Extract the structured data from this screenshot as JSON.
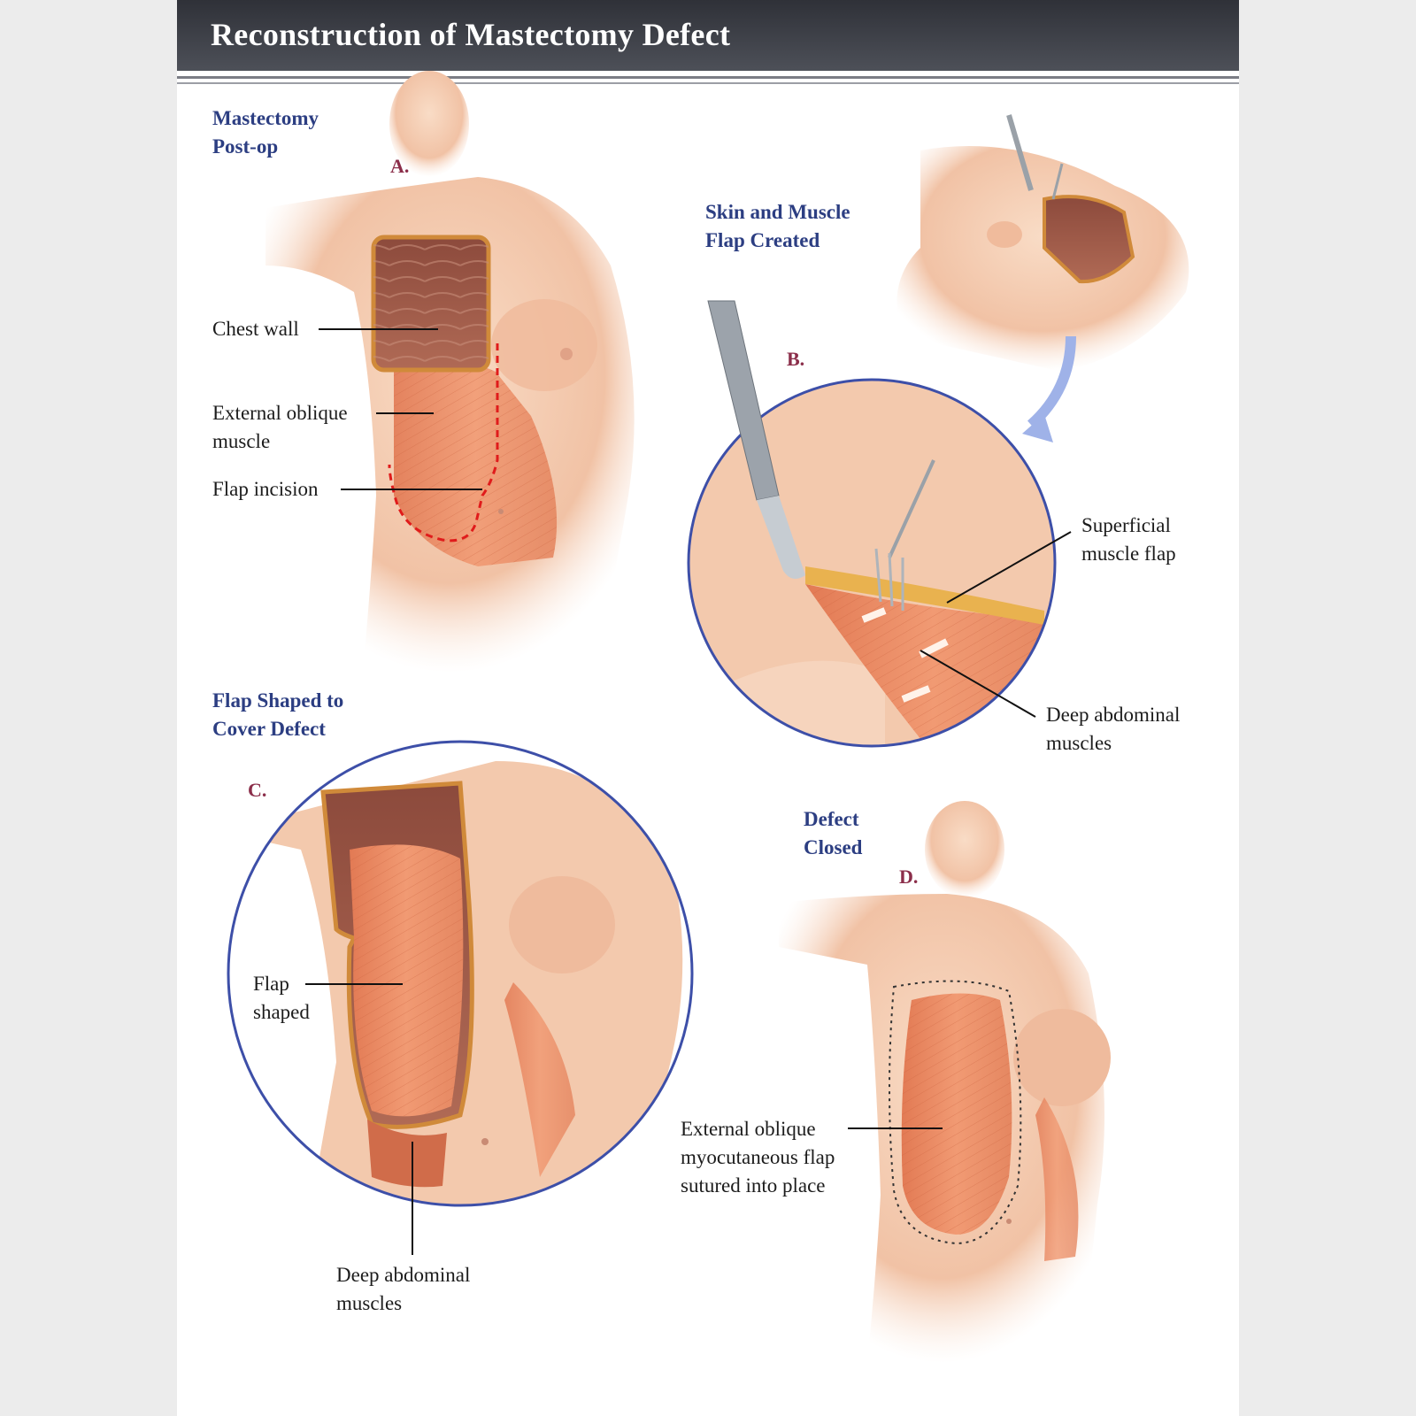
{
  "title": "Reconstruction of Mastectomy Defect",
  "panels": {
    "a": {
      "letter": "A.",
      "heading_line1": "Mastectomy",
      "heading_line2": "Post-op",
      "labels": {
        "chest_wall": "Chest wall",
        "external_oblique_line1": "External oblique",
        "external_oblique_line2": "muscle",
        "flap_incision": "Flap incision"
      }
    },
    "b": {
      "letter": "B.",
      "heading_line1": "Skin and Muscle",
      "heading_line2": "Flap Created",
      "labels": {
        "superficial_line1": "Superficial",
        "superficial_line2": "muscle flap",
        "deep_line1": "Deep abdominal",
        "deep_line2": "muscles"
      }
    },
    "c": {
      "letter": "C.",
      "heading_line1": "Flap Shaped to",
      "heading_line2": "Cover Defect",
      "labels": {
        "flap_line1": "Flap",
        "flap_line2": "shaped",
        "deep_line1": "Deep abdominal",
        "deep_line2": "muscles"
      }
    },
    "d": {
      "letter": "D.",
      "heading_line1": "Defect",
      "heading_line2": "Closed",
      "labels": {
        "sutured_line1": "External oblique",
        "sutured_line2": "myocutaneous flap",
        "sutured_line3": "sutured into place"
      }
    }
  },
  "colors": {
    "header_bg": "#3a3c44",
    "heading_blue": "#2c3e82",
    "letter_maroon": "#8b2e4a",
    "circle_stroke": "#3d4fa8",
    "incision_red": "#e01b1b",
    "skin": "#f4c9ae",
    "muscle": "#e8845c"
  }
}
